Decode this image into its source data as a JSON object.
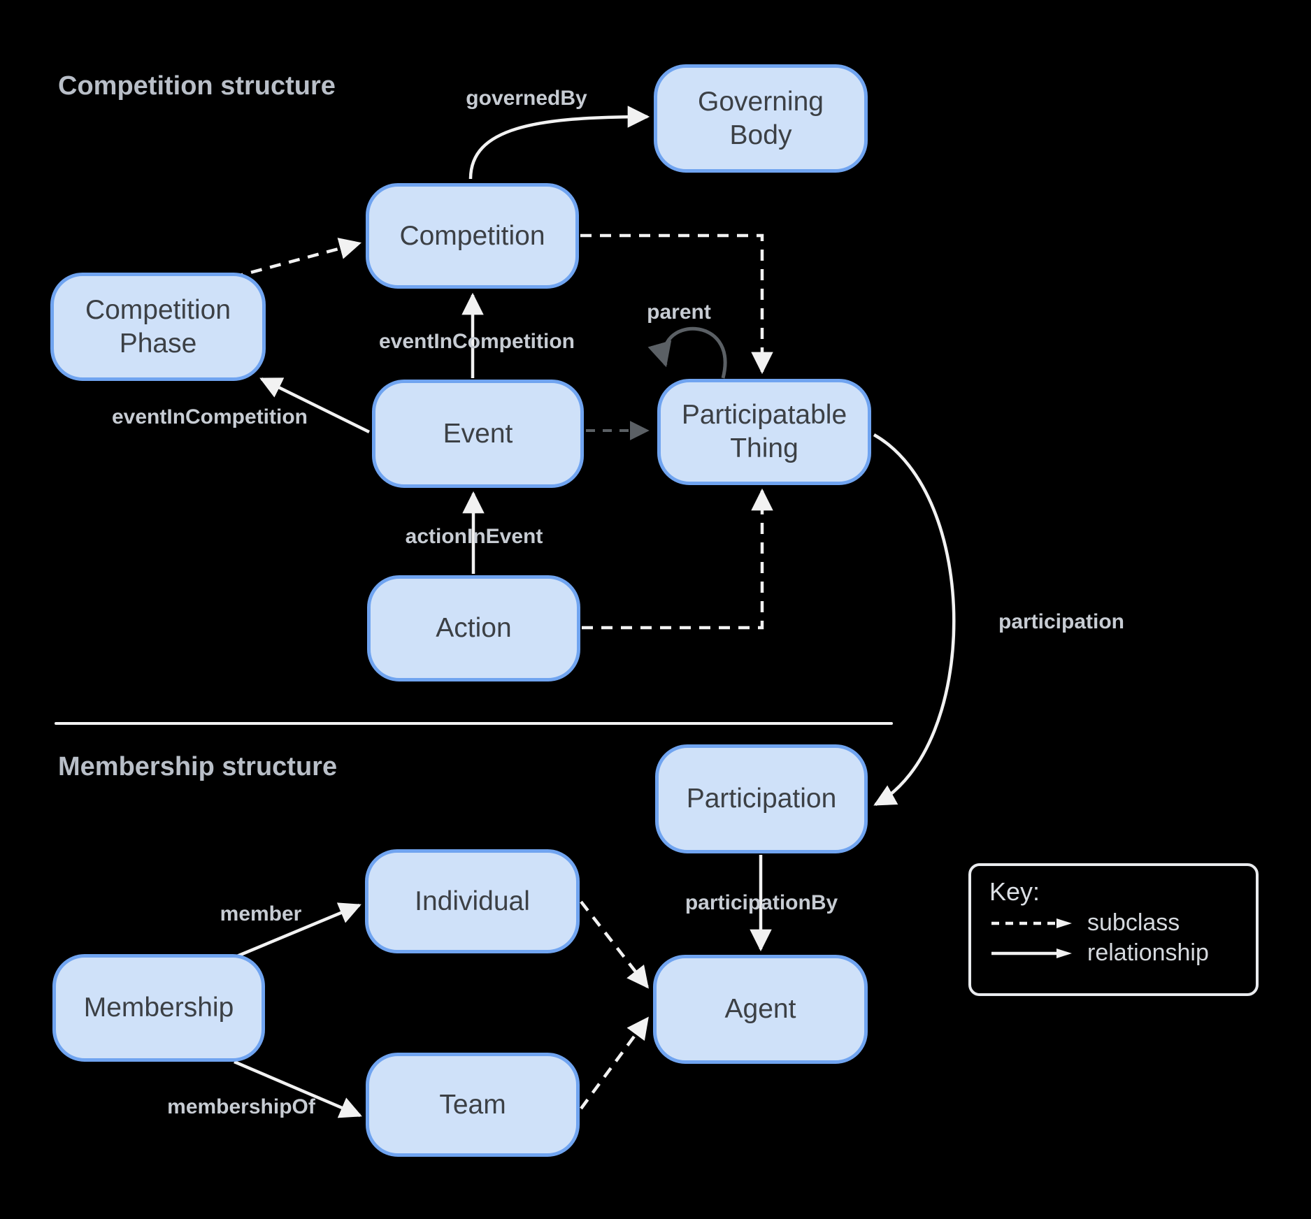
{
  "titles": {
    "competition_section": "Competition structure",
    "membership_section": "Membership structure"
  },
  "nodes": {
    "governing_body": {
      "label": "Governing Body"
    },
    "competition": {
      "label": "Competition"
    },
    "competition_phase": {
      "label": "Competition Phase"
    },
    "event": {
      "label": "Event"
    },
    "participatable_thing": {
      "label": "Participatable Thing"
    },
    "action": {
      "label": "Action"
    },
    "participation": {
      "label": "Participation"
    },
    "individual": {
      "label": "Individual"
    },
    "membership": {
      "label": "Membership"
    },
    "team": {
      "label": "Team"
    },
    "agent": {
      "label": "Agent"
    }
  },
  "edge_labels": {
    "governed_by": "governedBy",
    "event_in_competition_upper": "eventInCompetition",
    "event_in_competition_left": "eventInCompetition",
    "parent": "parent",
    "action_in_event": "actionInEvent",
    "participation": "participation",
    "member": "member",
    "membership_of": "membershipOf",
    "participation_by": "participationBy"
  },
  "key": {
    "title": "Key:",
    "subclass_label": "subclass",
    "relationship_label": "relationship"
  },
  "colors": {
    "background": "#000000",
    "node_fill": "#cfe1f9",
    "node_border": "#70a4f0",
    "node_text": "#3c4045",
    "label_text": "#c7ccd3",
    "title_text": "#b9bfc8",
    "line_white": "#f2f2f2",
    "line_gray": "#5b6065",
    "key_border": "#e9ebee"
  }
}
